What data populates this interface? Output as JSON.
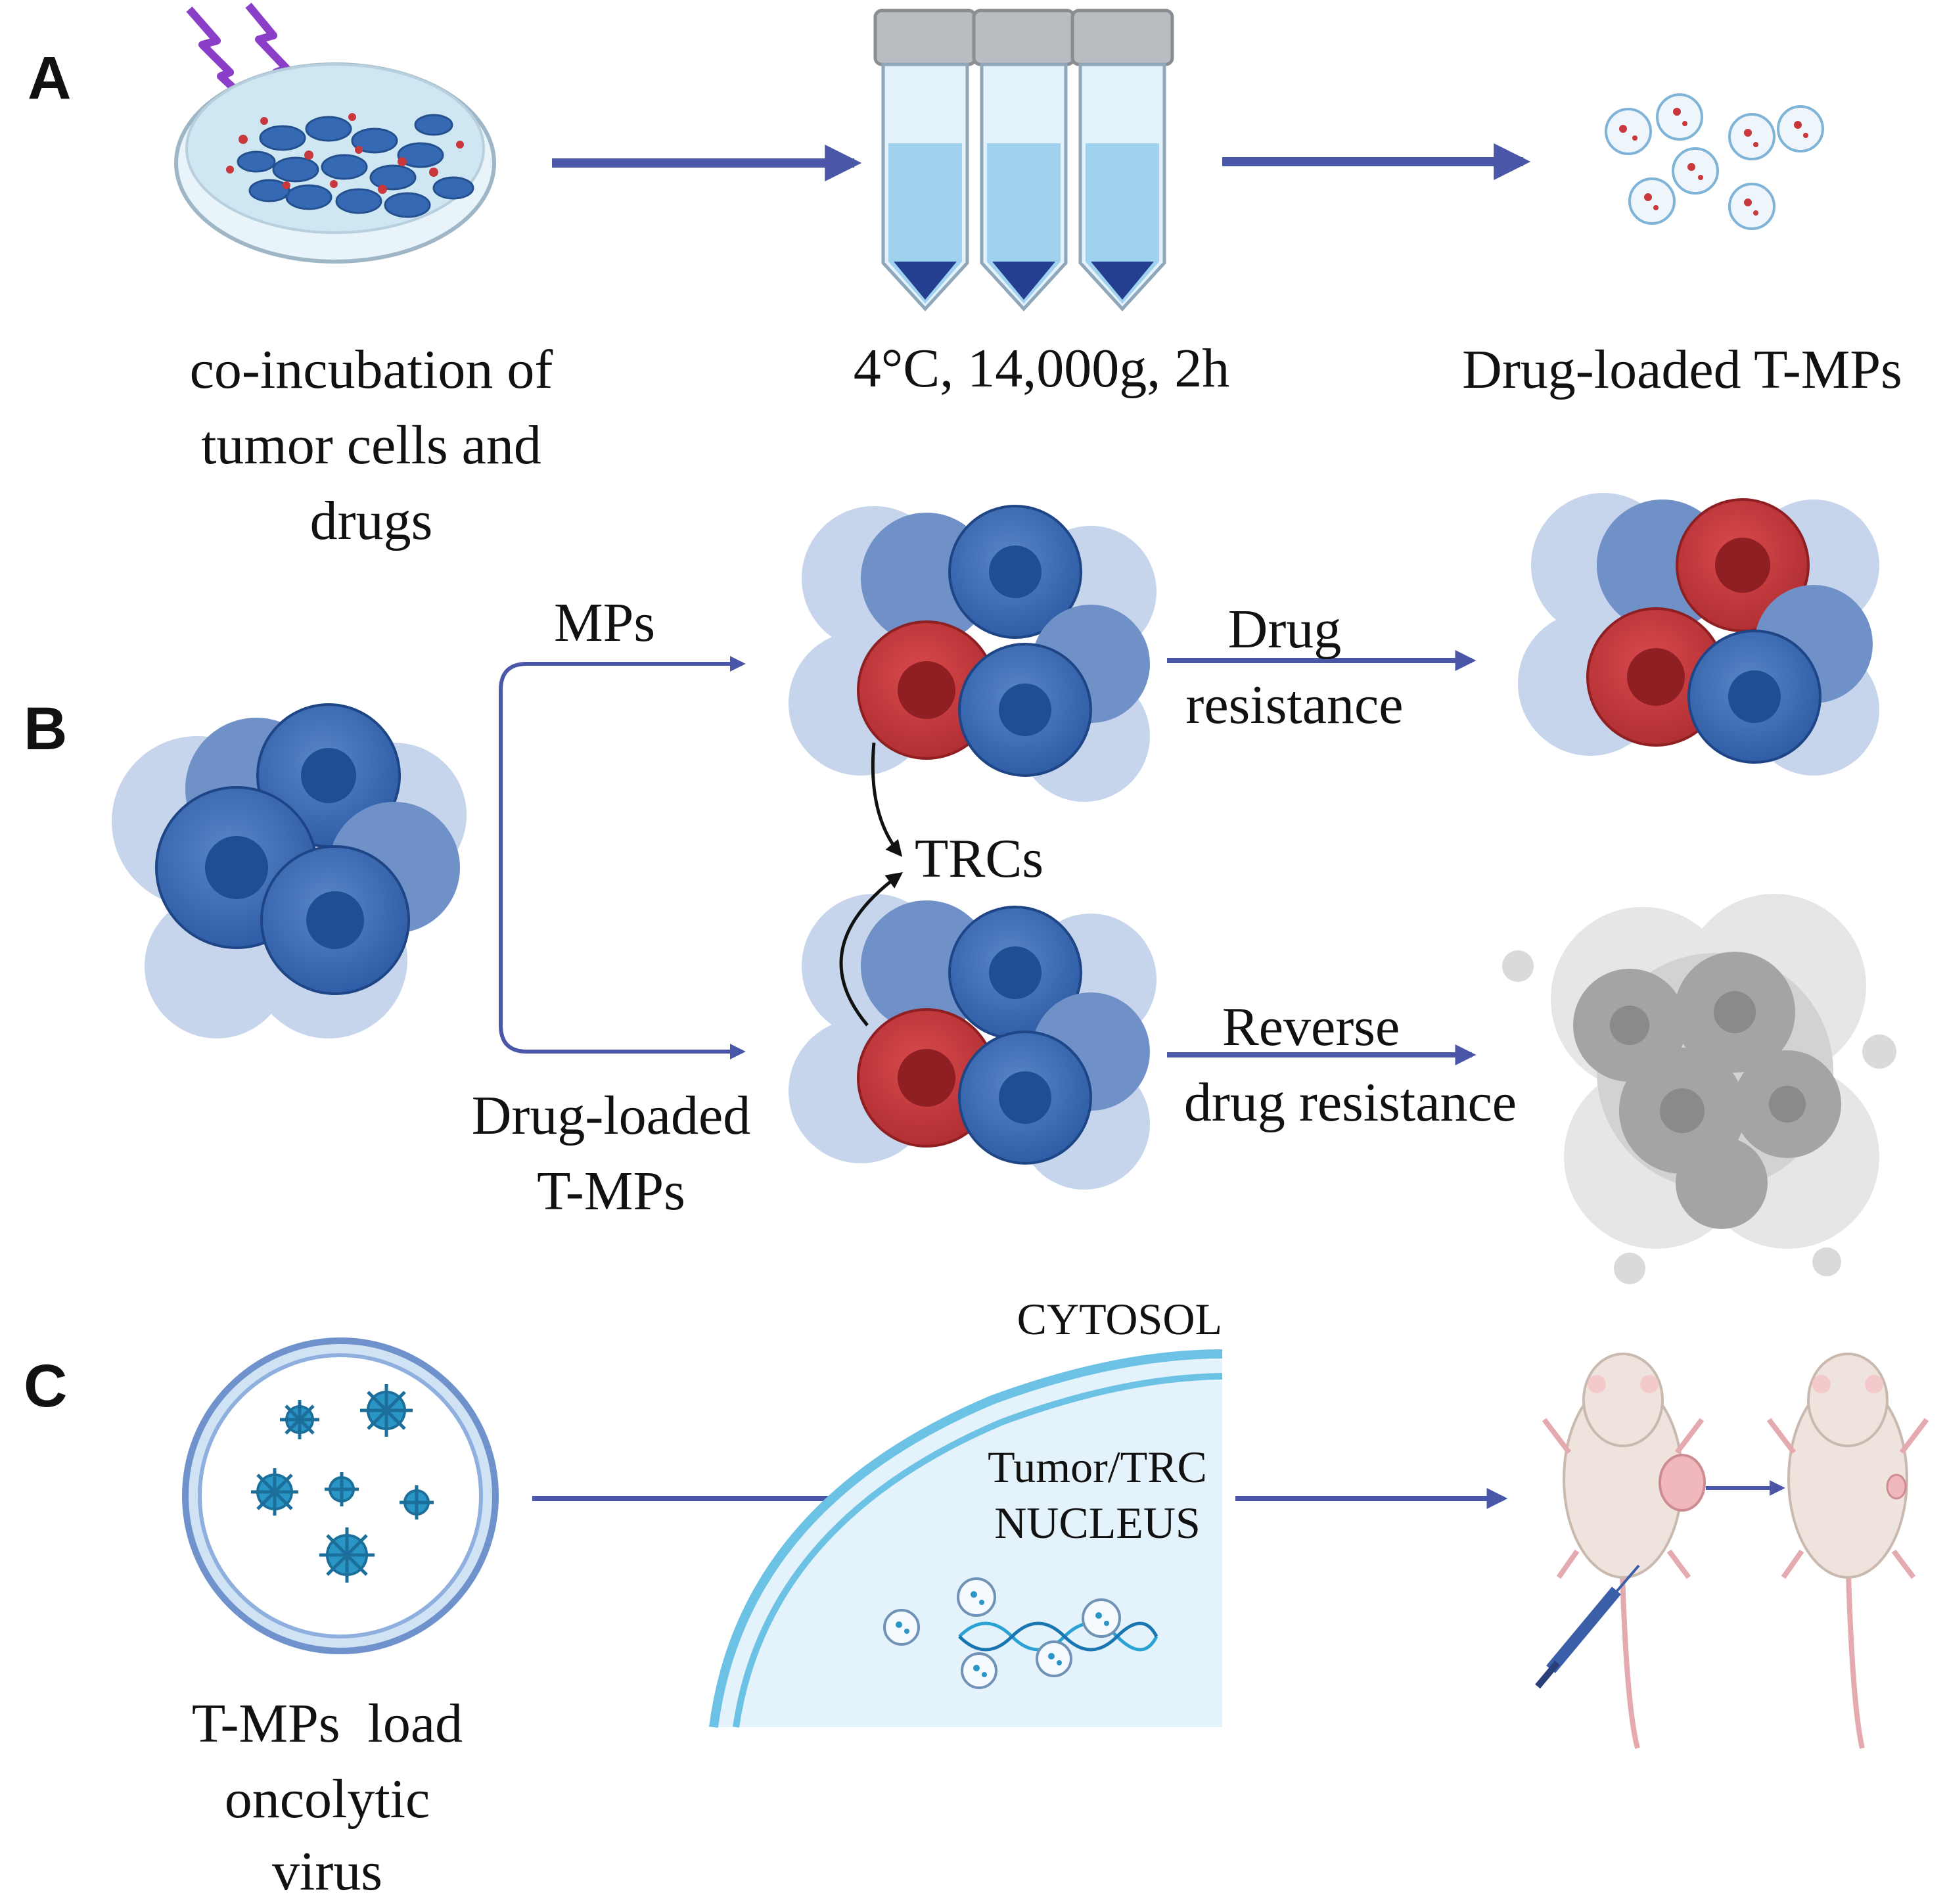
{
  "panels": {
    "A": {
      "letter": "A",
      "dish_caption": [
        "co-incubation of",
        "tumor cells and",
        "drugs"
      ],
      "centrifuge_caption": "4°C, 14,000g, 2h",
      "product_caption": "Drug-loaded T-MPs"
    },
    "B": {
      "letter": "B",
      "upper_branch_label": "MPs",
      "lower_branch_label": [
        "Drug-loaded",
        "T-MPs"
      ],
      "trc_label": "TRCs",
      "upper_outcome_label": [
        "Drug",
        "resistance"
      ],
      "lower_outcome_label": [
        "Reverse",
        "drug resistance"
      ]
    },
    "C": {
      "letter": "C",
      "vesicle_caption": [
        "T-MPs  load",
        "oncolytic",
        "virus"
      ],
      "cytosol_label": "CYTOSOL",
      "nucleus_label": [
        "Tumor/TRC",
        "NUCLEUS"
      ]
    }
  },
  "colors": {
    "arrow": "#4a57a8",
    "tumor_cell_blue": "#3e6fb5",
    "trc_red": "#c8383c",
    "dead_cell_gray": "#a4a4a4",
    "lightning": "#8b3fc8",
    "nucleus_fill": "#e4f3fb",
    "membrane": "#6cc2e4",
    "virus": "#2a96c6"
  }
}
